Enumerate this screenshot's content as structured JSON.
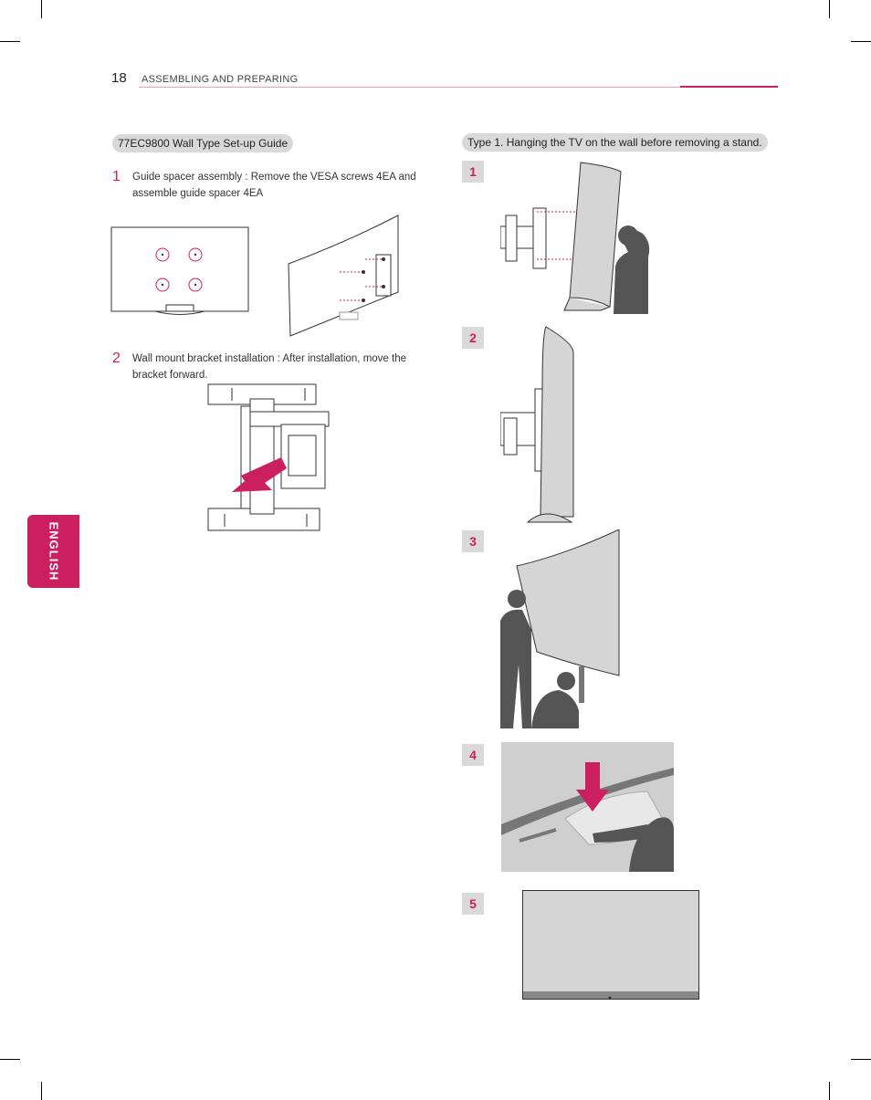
{
  "header": {
    "page_number": "18",
    "section": "ASSEMBLING AND PREPARING"
  },
  "left": {
    "guide_title": "77EC9800 Wall Type Set-up Guide",
    "steps": [
      {
        "num": "1",
        "text": "Guide spacer assembly :  Remove the VESA screws 4EA and assemble guide spacer 4EA"
      },
      {
        "num": "2",
        "text": "Wall mount bracket installation : After installation, move the bracket forward."
      }
    ]
  },
  "right": {
    "type_title": "Type 1. Hanging the TV on the wall before removing a stand.",
    "steps": [
      "1",
      "2",
      "3",
      "4",
      "5"
    ]
  },
  "side_tab": {
    "label": "ENGLISH"
  },
  "colors": {
    "accent": "#cc1f5f",
    "pill_bg": "#d9d9d9",
    "figure_dark": "#555555",
    "tv_gray": "#cfcfcf"
  }
}
